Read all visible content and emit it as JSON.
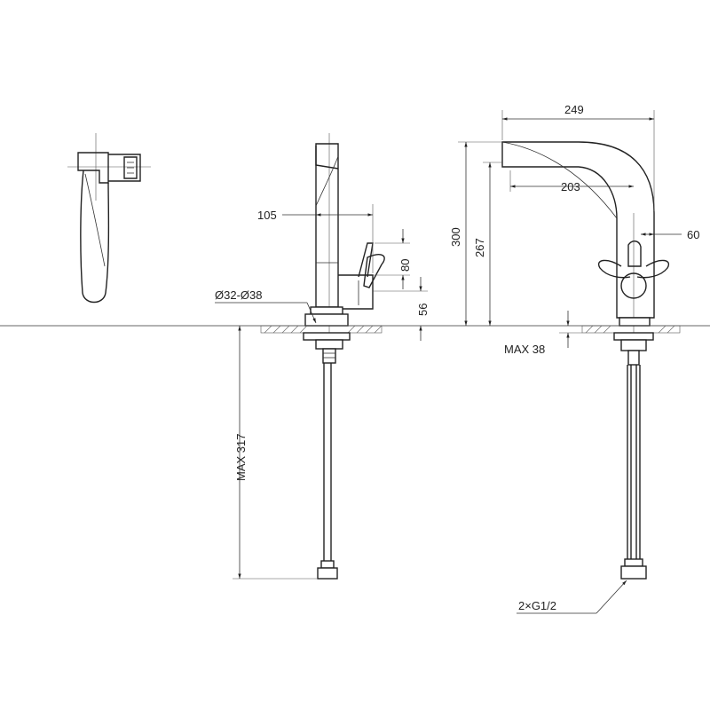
{
  "dimensions": {
    "width_total": "249",
    "spout_reach": "203",
    "height_total": "300",
    "height_spout": "267",
    "handle_offset": "60",
    "side_depth": "105",
    "handle_height": "80",
    "base_height": "56",
    "hole_diameter": "Ø32-Ø38",
    "deck_thickness": "MAX 38",
    "hose_length": "MAX 317",
    "connection": "2×G1/2"
  },
  "colors": {
    "line": "#222222",
    "background": "#ffffff"
  }
}
